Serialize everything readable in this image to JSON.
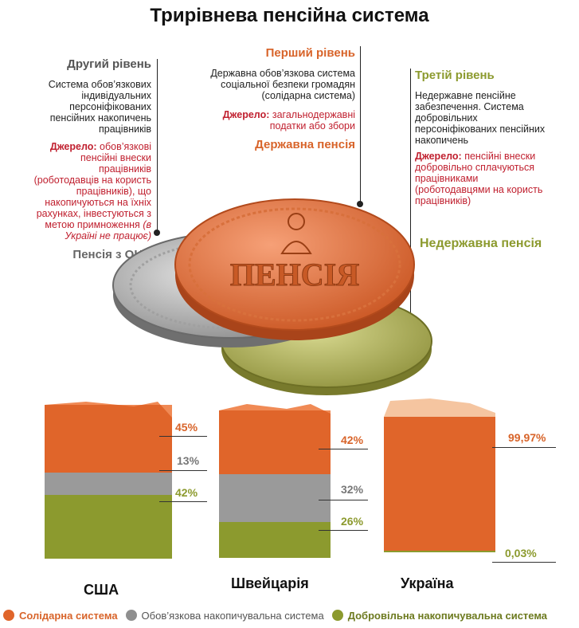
{
  "title": "Трирівнева пенсійна система",
  "colors": {
    "solidarity": "#e0652a",
    "mandatory": "#8f8f8f",
    "voluntary": "#8c9a2e",
    "source_red": "#c0202f"
  },
  "level2": {
    "heading": "Другий рівень",
    "description": "Система обов’язкових індивідуальних персоніфікованих пенсійних накопичень працівників",
    "source_label": "Джерело:",
    "source_text": "обов’язкові пенсійні внески працівників (роботодавців на користь працівників), що накопичуються на їхніх рахунках, інвестуються з метою примноження",
    "note": "(в Україні не працює)",
    "pension": "Пенсія з ОНС"
  },
  "level1": {
    "heading": "Перший рівень",
    "description": "Державна обов’язкова система соціальної безпеки громадян (солідарна система)",
    "source_label": "Джерело:",
    "source_text": "загальнодержавні податки або збори",
    "pension": "Державна пенсія"
  },
  "level3": {
    "heading": "Третій рівень",
    "description": "Недержавне пенсійне забезпечення. Система добровільних персоніфікованих пенсійних накопичень",
    "source_label": "Джерело:",
    "source_text": "пенсійні внески добровільно сплачуються працівниками (роботодавцями на користь працівників)",
    "pension": "Недержавна пенсія"
  },
  "coin_text": "ПЕНСІЯ",
  "countries": [
    {
      "name": "США",
      "solidarity": "45%",
      "mandatory": "13%",
      "voluntary": "42%"
    },
    {
      "name": "Швейцарія",
      "solidarity": "42%",
      "mandatory": "32%",
      "voluntary": "26%"
    },
    {
      "name": "Україна",
      "solidarity": "99,97%",
      "voluntary": "0,03%"
    }
  ],
  "legend": [
    {
      "label": "Солідарна система",
      "color": "#e0652a"
    },
    {
      "label": "Обов’язкова накопичувальна система",
      "color": "#8f8f8f"
    },
    {
      "label": "Добровільна накопичувальна система",
      "color": "#8c9a2e"
    }
  ]
}
